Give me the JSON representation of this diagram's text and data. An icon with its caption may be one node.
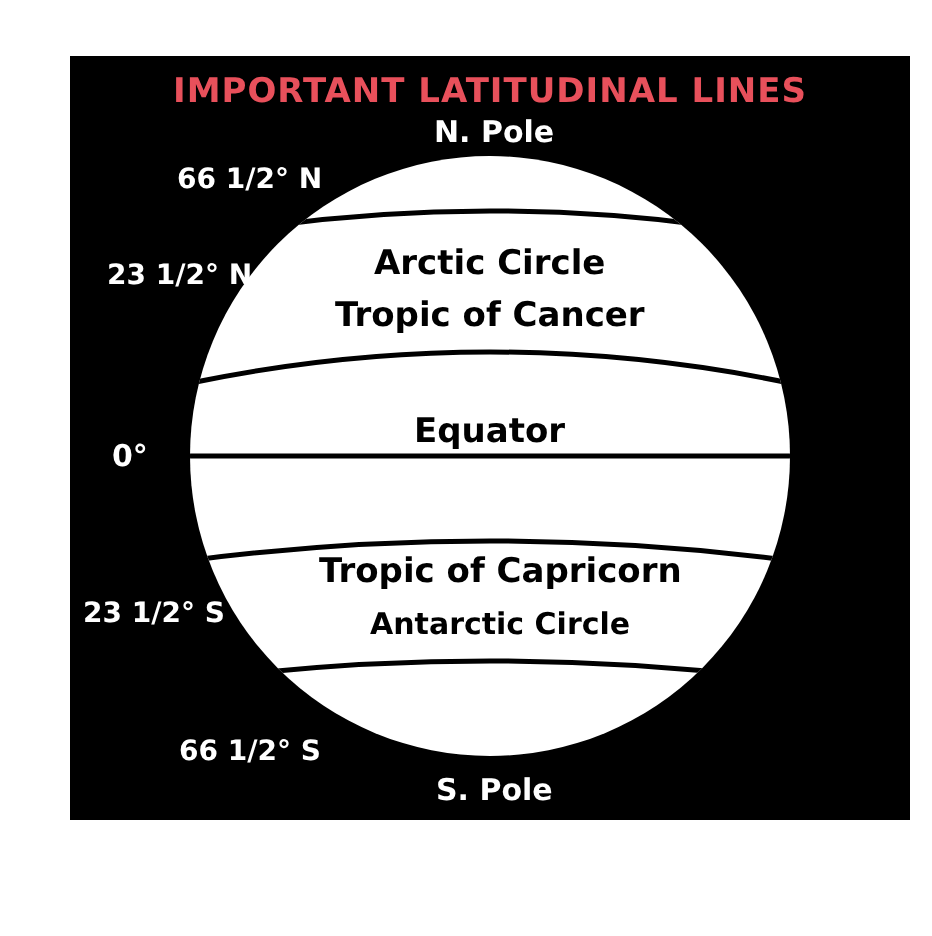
{
  "diagram": {
    "title": "IMPORTANT LATITUDINAL LINES",
    "labels": [
      "N. Pole",
      "66 1/2° N",
      "Arctic Circle",
      "23 1/2° N",
      "Tropic of Cancer",
      "Equator",
      "0°",
      "23 1/2° S",
      "Tropic of Capricorn",
      "Antarctic Circle",
      "66 1/2° S",
      "S. Pole"
    ]
  }
}
